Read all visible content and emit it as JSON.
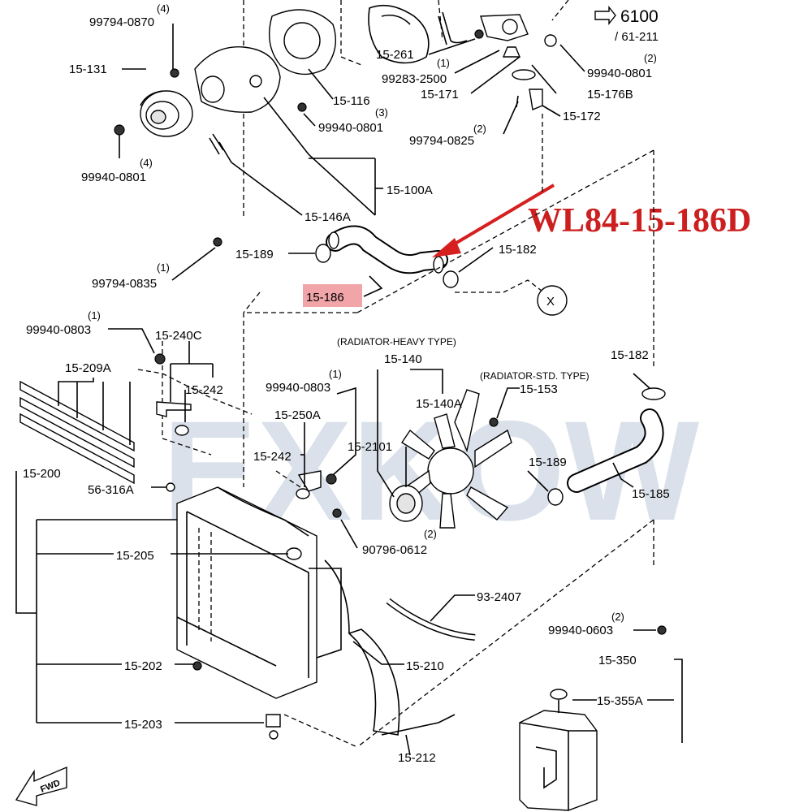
{
  "reference_part": "WL84-15-186D",
  "watermark": "EXKOW",
  "section": {
    "number": "6100",
    "reference": "/ 61-211"
  },
  "notes": {
    "heavy_type": "(RADIATOR-HEAVY TYPE)",
    "std_type": "(RADIATOR-STD. TYPE)"
  },
  "connector_symbol": "X",
  "fwd_label": "FWD",
  "labels": {
    "p99794_0870": "99794-0870",
    "q99794_0870": "(4)",
    "p15_131": "15-131",
    "p15_261": "15-261",
    "p99283_2500": "99283-2500",
    "q99283_2500": "(1)",
    "p15_171": "15-171",
    "p99940_0801_top": "99940-0801",
    "q99940_0801_top": "(2)",
    "p15_176B": "15-176B",
    "p15_116": "15-116",
    "p99940_0801_mid": "99940-0801",
    "q99940_0801_mid": "(3)",
    "p15_172": "15-172",
    "p99794_0825": "99794-0825",
    "q99794_0825": "(2)",
    "p99940_0801_left": "99940-0801",
    "q99940_0801_left": "(4)",
    "p15_100A": "15-100A",
    "p15_146A": "15-146A",
    "p15_189_top": "15-189",
    "p15_182_top": "15-182",
    "p99794_0835": "99794-0835",
    "q99794_0835": "(1)",
    "p15_186": "15-186",
    "p99940_0803_left": "99940-0803",
    "q99940_0803_left": "(1)",
    "p15_240C": "15-240C",
    "p15_140": "15-140",
    "p15_182_right": "15-182",
    "p15_209A": "15-209A",
    "p15_242_top": "15-242",
    "p99940_0803_mid": "99940-0803",
    "q99940_0803_mid": "(1)",
    "p15_153": "15-153",
    "p15_140A": "15-140A",
    "p15_250A": "15-250A",
    "p15_242_mid": "15-242",
    "p15_2101": "15-2101",
    "p15_189_right": "15-189",
    "p15_200": "15-200",
    "p56_316A": "56-316A",
    "p15_185": "15-185",
    "p15_205": "15-205",
    "p90796_0612": "90796-0612",
    "q90796_0612": "(2)",
    "p93_2407": "93-2407",
    "p99940_0603": "99940-0603",
    "q99940_0603": "(2)",
    "p15_202": "15-202",
    "p15_210": "15-210",
    "p15_350": "15-350",
    "p15_355A": "15-355A",
    "p15_203": "15-203",
    "p15_212": "15-212"
  }
}
